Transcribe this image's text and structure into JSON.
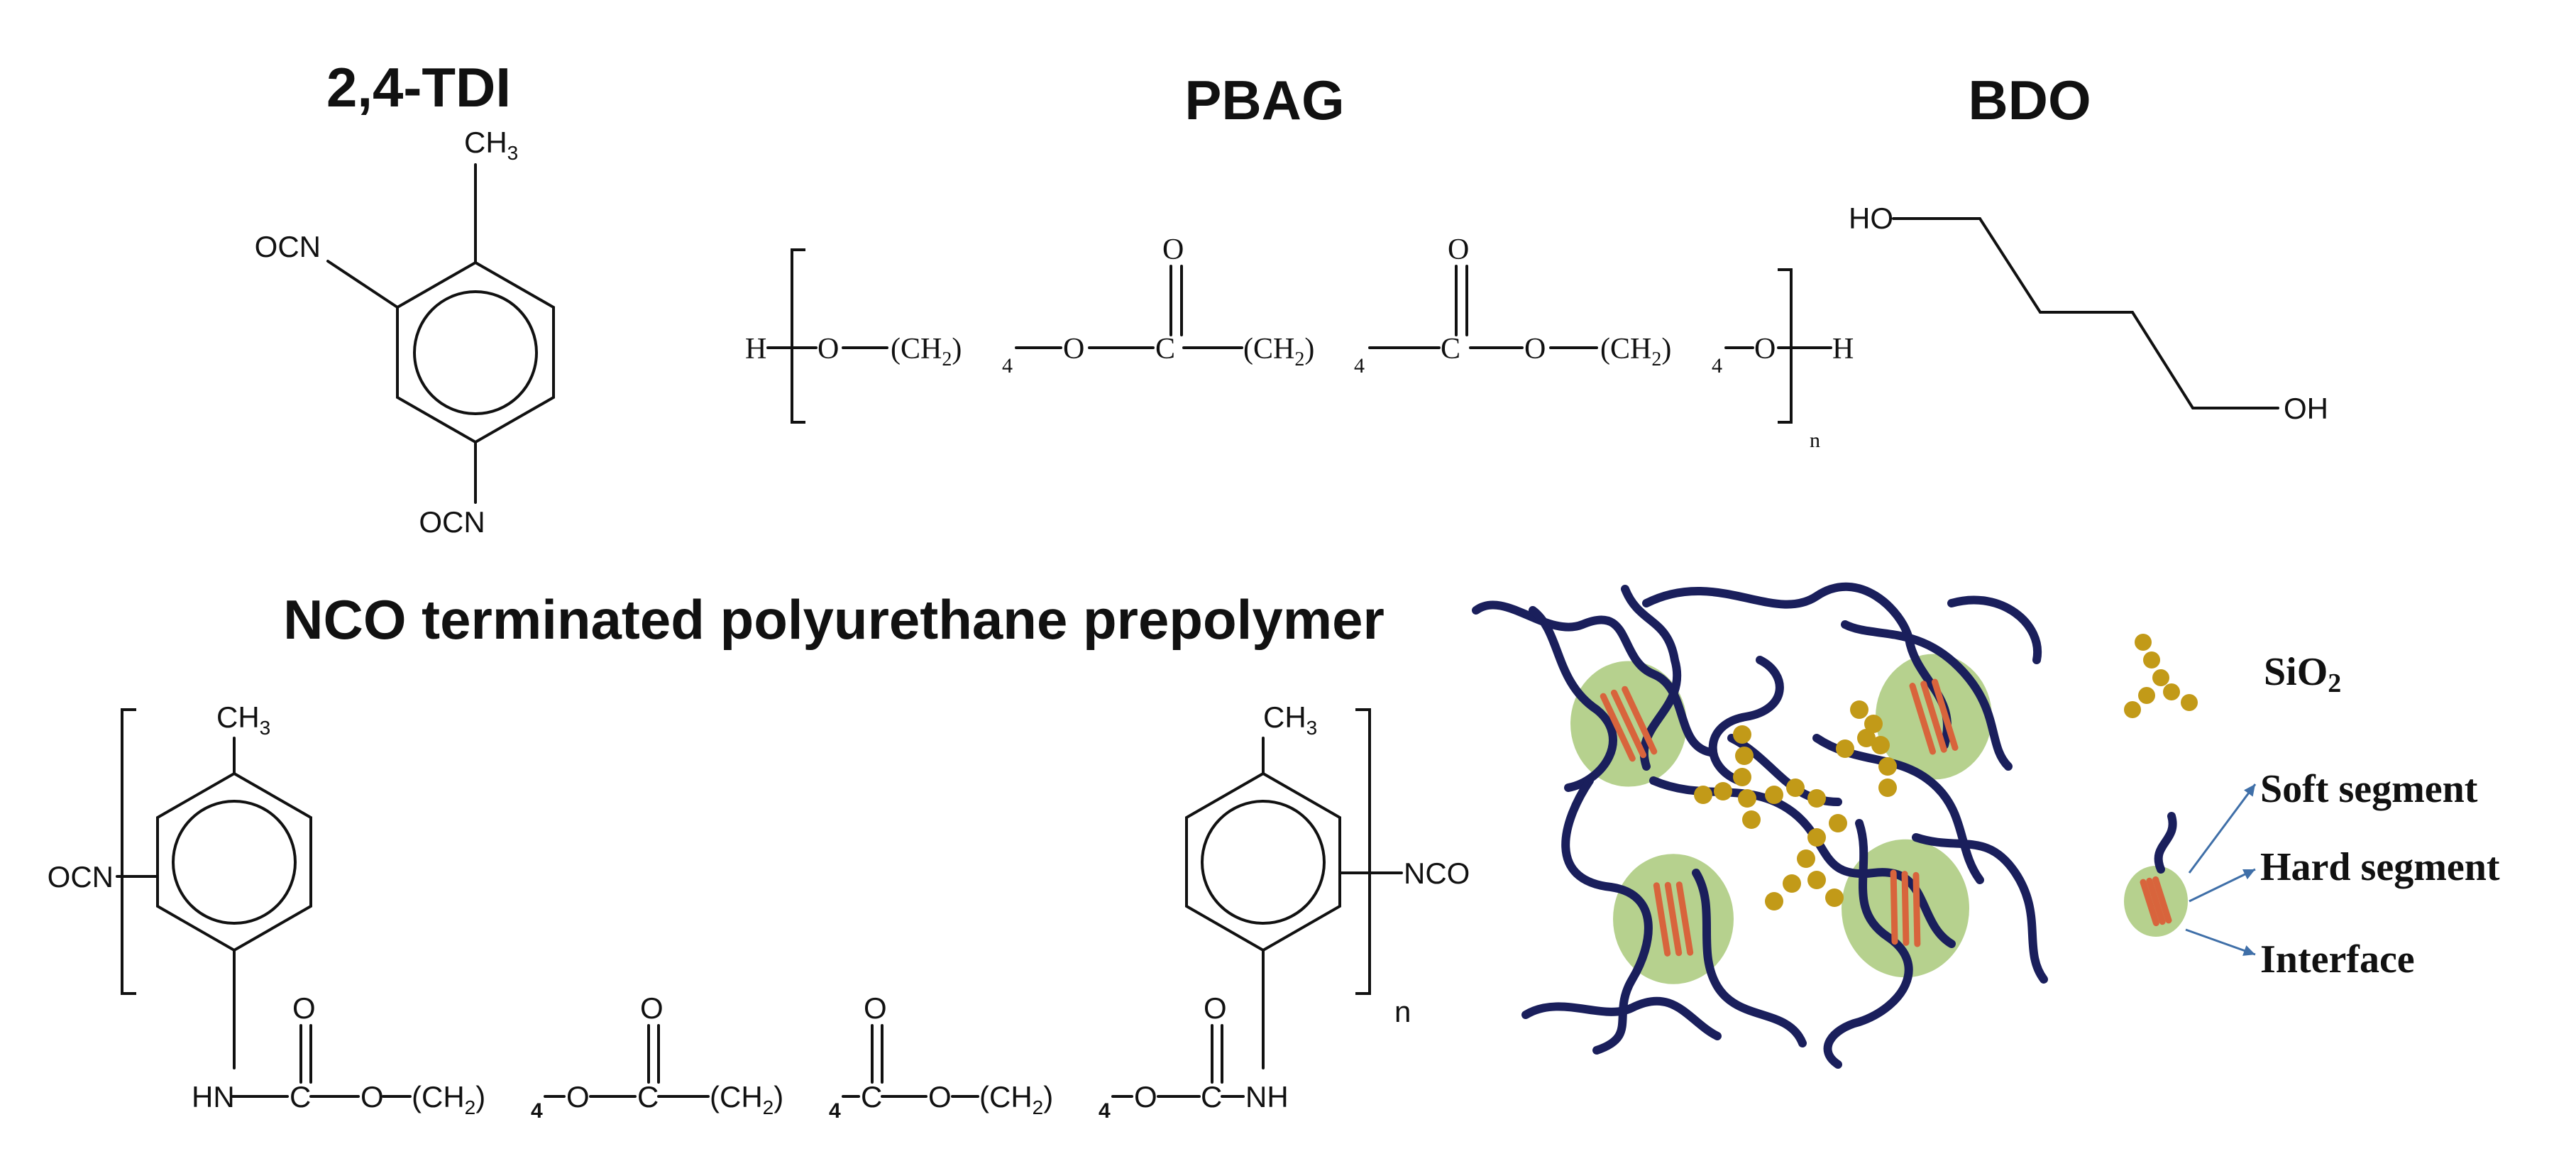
{
  "titles": {
    "tdi": "2,4-TDI",
    "pbag": "PBAG",
    "bdo": "BDO",
    "prepolymer": "NCO terminated polyurethane prepolymer"
  },
  "tdi": {
    "ch3": "CH3",
    "ocn_top": "OCN",
    "ocn_bottom": "OCN"
  },
  "pbag": {
    "h_left": "H",
    "h_right": "H",
    "o1": "O",
    "o2": "O",
    "o3": "O",
    "o4": "O",
    "c1": "C",
    "c2": "C",
    "co1": "O",
    "co2": "O",
    "ch2_1": "(CH2)",
    "ch2_2": "(CH2)",
    "ch2_3": "(CH2)",
    "sub": "4",
    "repeat": "n"
  },
  "bdo": {
    "ho": "HO",
    "oh": "OH"
  },
  "prepolymer": {
    "ch3_left": "CH3",
    "ch3_right": "CH3",
    "ocn": "OCN",
    "nco": "NCO",
    "hn": "HN",
    "nh": "NH",
    "c": "C",
    "o": "O",
    "ch2": "(CH2)",
    "sub": "4",
    "repeat": "n"
  },
  "legend": {
    "silica": "SiO2",
    "soft": "Soft segment",
    "hard": "Hard segment",
    "interface": "Interface"
  },
  "colors": {
    "chain": "#1a1f5c",
    "interface": "#a9c97a",
    "hard_segment": "#d8643c",
    "silica": "#c29a18",
    "arrow": "#3f6fa8"
  }
}
